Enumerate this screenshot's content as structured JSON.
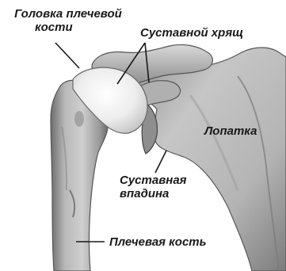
{
  "labels": {
    "humeral_head": "Головка плечевой кости",
    "humeral_head_line1": "Головка плечевой",
    "humeral_head_line2": "кости",
    "labrum": "Суставной хрящ",
    "scapula": "Лопатка",
    "glenoid_line1": "Суставная",
    "glenoid_line2": "впадина",
    "humerus": "Плечевая кость"
  },
  "colors": {
    "bone_light": "#d4d4d4",
    "bone_mid": "#a8a8a8",
    "bone_dark": "#5e5e5e",
    "cartilage": "#ececec",
    "text": "#1a1a1a"
  }
}
